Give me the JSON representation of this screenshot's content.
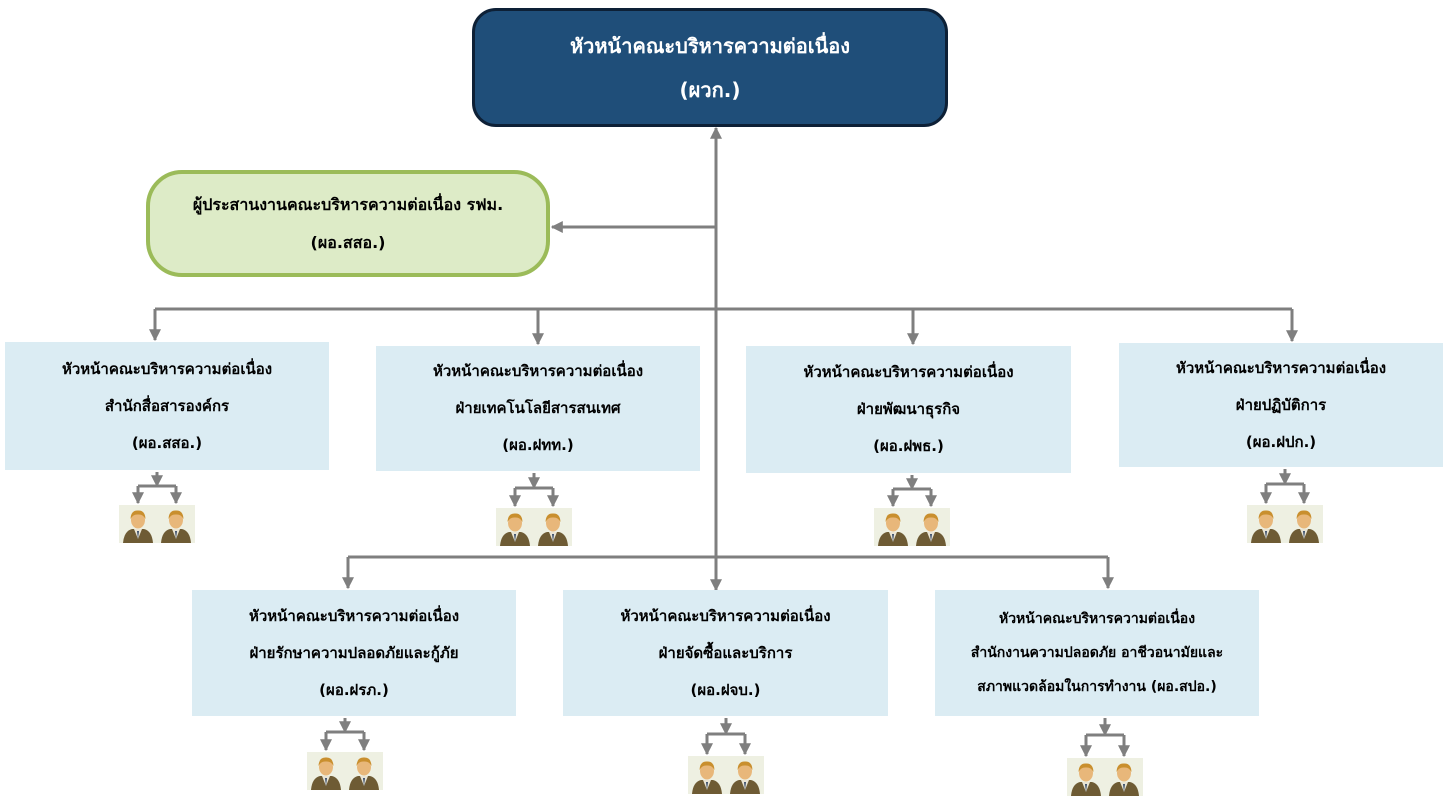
{
  "top": {
    "line1": "หัวหน้าคณะบริหารความต่อเนื่อง",
    "line2": "(ผวก.)"
  },
  "coordinator": {
    "line1": "ผู้ประสานงานคณะบริหารความต่อเนื่อง รฟม.",
    "line2": "(ผอ.สสอ.)"
  },
  "units_row1": [
    {
      "line1": "หัวหน้าคณะบริหารความต่อเนื่อง",
      "line2": "สำนักสื่อสารองค์กร",
      "line3": "(ผอ.สสอ.)"
    },
    {
      "line1": "หัวหน้าคณะบริหารความต่อเนื่อง",
      "line2": "ฝ่ายเทคโนโลยีสารสนเทศ",
      "line3": "(ผอ.ฝทท.)"
    },
    {
      "line1": "หัวหน้าคณะบริหารความต่อเนื่อง",
      "line2": "ฝ่ายพัฒนาธุรกิจ",
      "line3": "(ผอ.ฝพธ.)"
    },
    {
      "line1": "หัวหน้าคณะบริหารความต่อเนื่อง",
      "line2": "ฝ่ายปฏิบัติการ",
      "line3": "(ผอ.ฝปก.)"
    }
  ],
  "units_row2": [
    {
      "line1": "หัวหน้าคณะบริหารความต่อเนื่อง",
      "line2": "ฝ่ายรักษาความปลอดภัยและกู้ภัย",
      "line3": "(ผอ.ฝรภ.)"
    },
    {
      "line1": "หัวหน้าคณะบริหารความต่อเนื่อง",
      "line2": "ฝ่ายจัดซื้อและบริการ",
      "line3": "(ผอ.ฝจบ.)"
    },
    {
      "line1": "หัวหน้าคณะบริหารความต่อเนื่อง",
      "line2": "สำนักงานความปลอดภัย อาชีวอนามัยและ",
      "line3": "สภาพแวดล้อมในการทำงาน (ผอ.สปอ.)"
    }
  ],
  "colors": {
    "top_fill": "#1f4e79",
    "coordinator_fill": "#ddebc7",
    "coordinator_border": "#9bbb59",
    "unit_fill": "#dbecf3",
    "connector": "#7f7f7f"
  },
  "icons": {
    "staff": "person-icon"
  }
}
